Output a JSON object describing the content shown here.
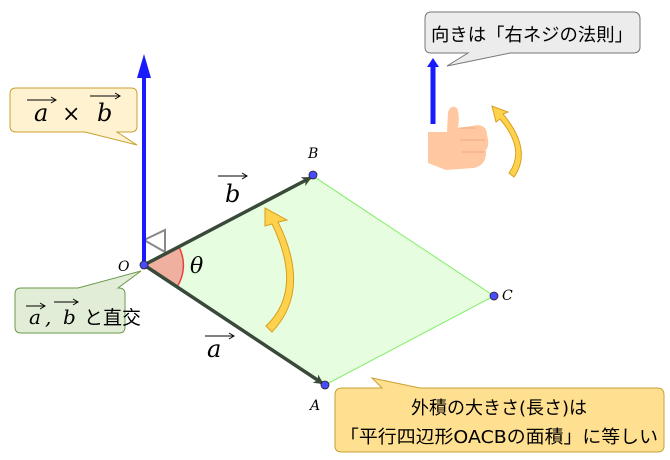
{
  "points": {
    "O": "O",
    "A": "A",
    "B": "B",
    "C": "C"
  },
  "vectors": {
    "a": "a",
    "b": "b",
    "cross": "×"
  },
  "angle_label": "θ",
  "callouts": {
    "cross_product": {
      "a": "a",
      "times": "×",
      "b": "b"
    },
    "orthogonal": {
      "a": "a",
      "comma": ",",
      "b": "b",
      "text": "と直交"
    },
    "right_hand": "向きは「右ネジの法則」",
    "area_line1": "外積の大きさ(長さ)は",
    "area_line2": "「平行四辺形OACBの面積」に等しい"
  },
  "colors": {
    "cross_vector": "#1a1aff",
    "vectors": "#3a4a3a",
    "parallelogram_fill": "#e6fde0",
    "parallelogram_edge": "#80ee66",
    "angle_fill": "#f0b0a0",
    "arrow_yellow": "#ffd24d",
    "point": "#4a4aff"
  },
  "icons": [
    "thumbs-up-hand-icon",
    "curved-arrow-icon"
  ]
}
